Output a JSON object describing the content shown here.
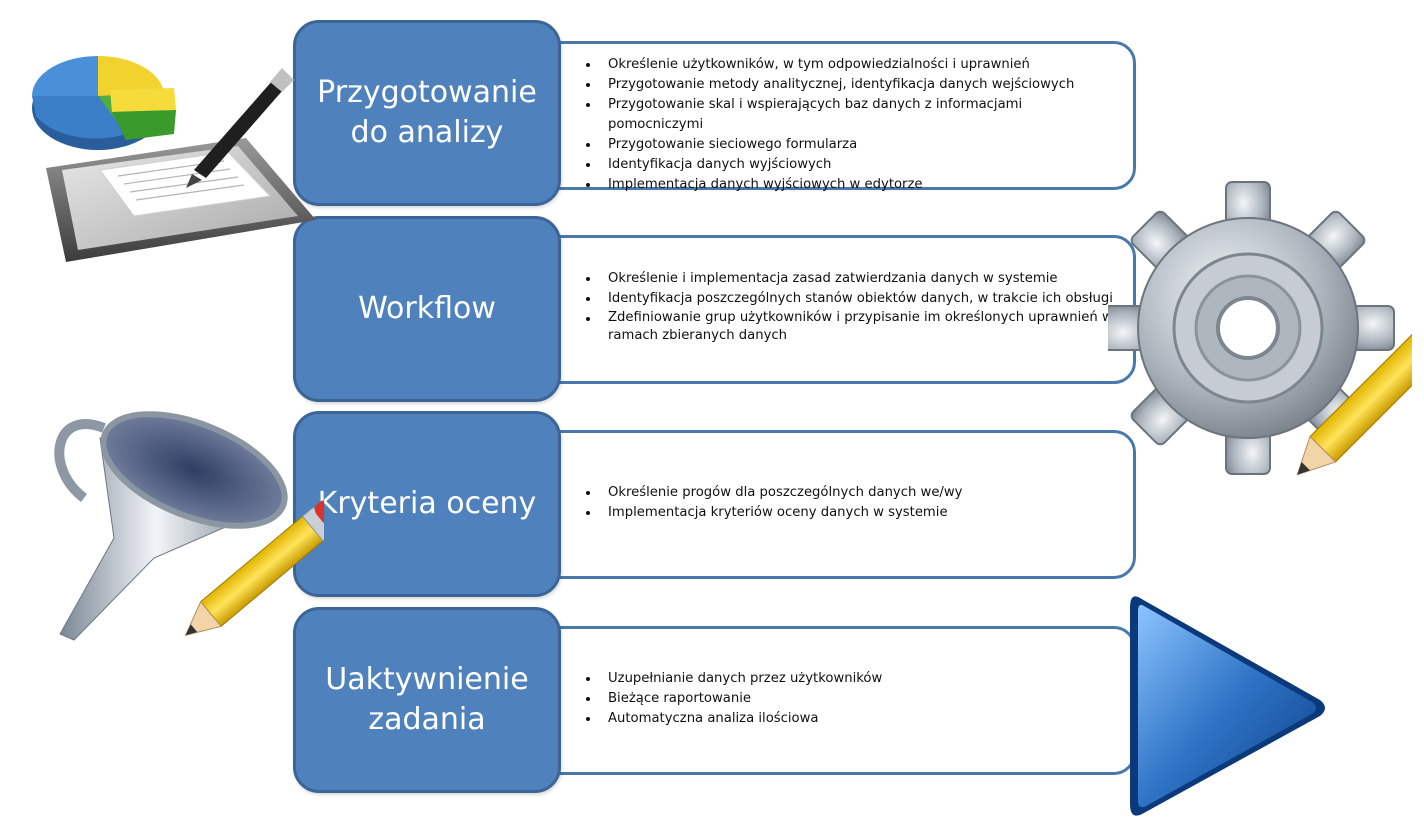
{
  "steps": [
    {
      "title_lines": [
        "Przygotowanie",
        "do analizy"
      ],
      "bullets": [
        "Określenie użytkowników,  w tym odpowiedzialności  i uprawnień",
        "Przygotowanie  metody  analitycznej, identyfikacja danych wejściowych",
        "Przygotowanie  skal i wspierających baz danych z informacjami pomocniczymi",
        "Przygotowanie  sieciowego formularza",
        "Identyfikacja danych wyjściowych",
        "Implementacja danych wyjściowych w edytorze"
      ]
    },
    {
      "title_lines": [
        "Workflow"
      ],
      "bullets": [
        "Określenie i implementacja zasad zatwierdzania danych w systemie",
        "Identyfikacja poszczególnych stanów obiektów danych,  w trakcie ich obsługi",
        "Zdefiniowanie grup użytkowników  i przypisanie im określonych uprawnień  w ramach zbieranych danych"
      ]
    },
    {
      "title_lines": [
        "Kryteria oceny"
      ],
      "bullets": [
        "Określenie progów dla poszczególnych danych we/wy",
        "Implementacja  kryteriów  oceny danych w systemie"
      ]
    },
    {
      "title_lines": [
        "Uaktywnienie",
        "zadania"
      ],
      "bullets": [
        "Uzupełnianie danych przez użytkowników",
        "Bieżące raportowanie",
        "Automatyczna  analiza ilościowa"
      ]
    }
  ],
  "icons": {
    "analysis": "chart-tablet-pen-icon",
    "workflow": "gear-pencil-icon",
    "criteria": "funnel-pencil-icon",
    "activation": "play-icon"
  },
  "colors": {
    "box_fill": "#4f81bd",
    "box_border": "#3a6596",
    "panel_border": "#4a78ad",
    "text": "#111111"
  }
}
